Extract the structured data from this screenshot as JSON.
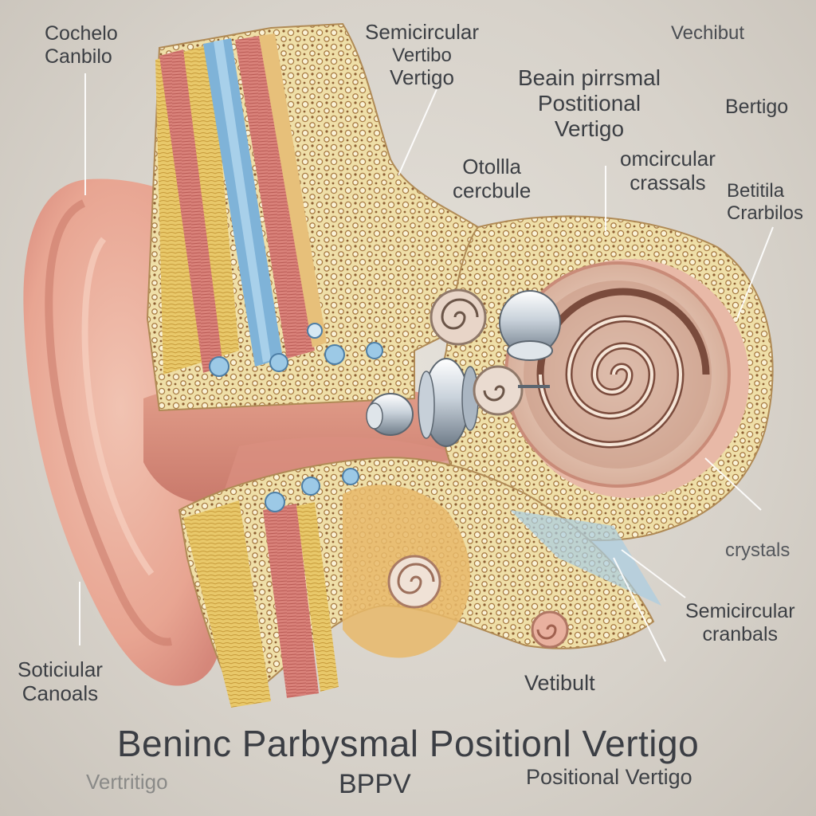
{
  "labels": {
    "cochlea": [
      "Cochelo",
      "Canbilo"
    ],
    "semicircular_top": [
      "Semicircular",
      "Vertibo",
      "Vertigo"
    ],
    "vechibut": "Vechibut",
    "bppv_top": [
      "Beain pirrsmal",
      "Postitional",
      "Vertigo"
    ],
    "bertigo": "Bertigo",
    "otolith": [
      "Otollla",
      "cercbule"
    ],
    "omcircular": [
      "omcircular",
      "crassals"
    ],
    "betitila": [
      "Betitila",
      "Crarbilos"
    ],
    "crystals": "crystals",
    "semicircular_bottom": [
      "Semicircular",
      "cranbals"
    ],
    "soticiular": [
      "Soticiular",
      "Canoals"
    ],
    "vetibult": "Vetibult"
  },
  "title": "Beninc Parbysmal Positionl Vertigo",
  "abbrev": "BPPV",
  "footer_left": "Vertritigo",
  "footer_right": "Positional Vertigo"
}
